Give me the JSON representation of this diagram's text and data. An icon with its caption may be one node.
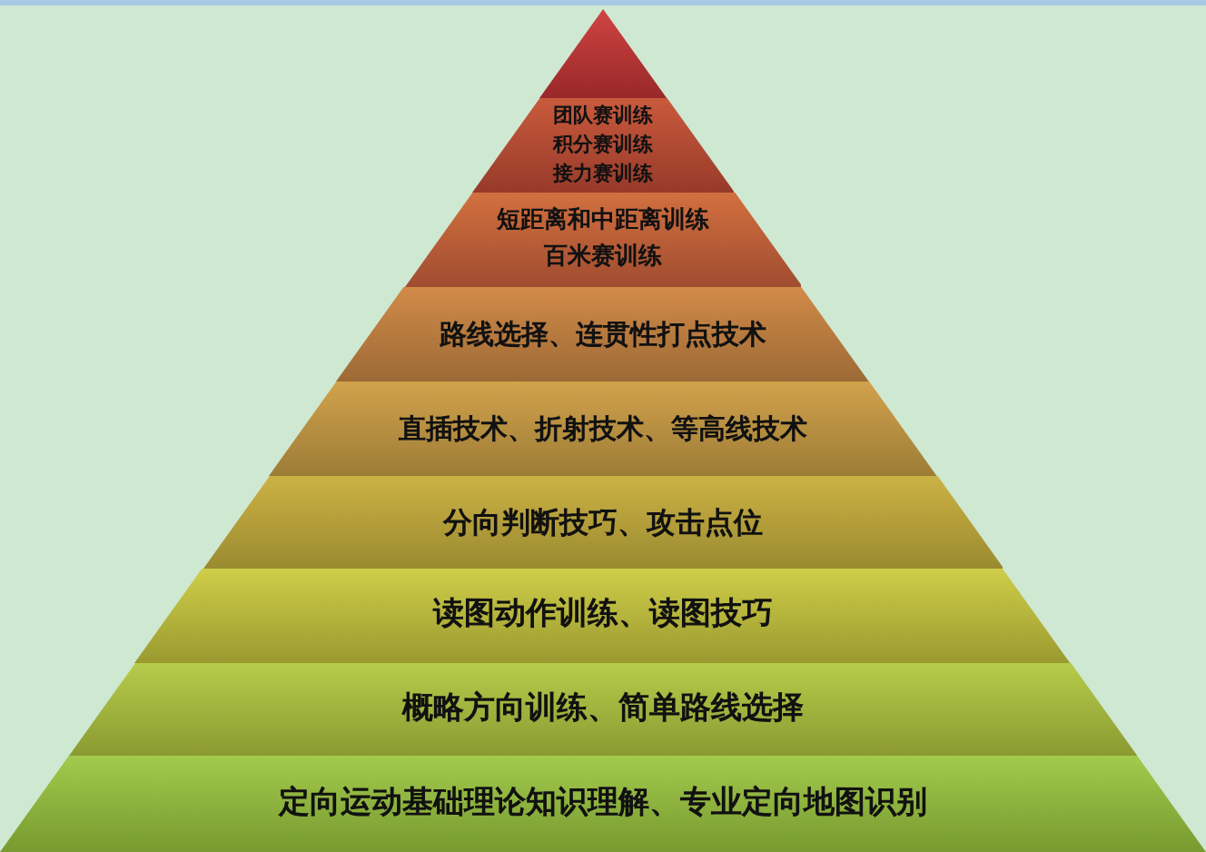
{
  "diagram": {
    "nodes": [
      {
        "text": [],
        "shape": "triangle"
      },
      {
        "text": [
          "团队赛训练",
          "积分赛训练",
          "接力赛训练"
        ]
      },
      {
        "text": [
          "短距离和中距离训练",
          "百米赛训练"
        ]
      },
      {
        "text": [
          "路线选择、连贯性打点技术"
        ]
      },
      {
        "text": [
          "直插技术、折射技术、等高线技术"
        ]
      },
      {
        "text": [
          "分向判断技巧、攻击点位"
        ]
      },
      {
        "text": [
          "读图动作训练、读图技巧"
        ]
      },
      {
        "text": [
          "概略方向训练、简单路线选择"
        ]
      },
      {
        "text": [
          "定向运动基础理论知识理解、专业定向地图识别"
        ]
      }
    ]
  }
}
